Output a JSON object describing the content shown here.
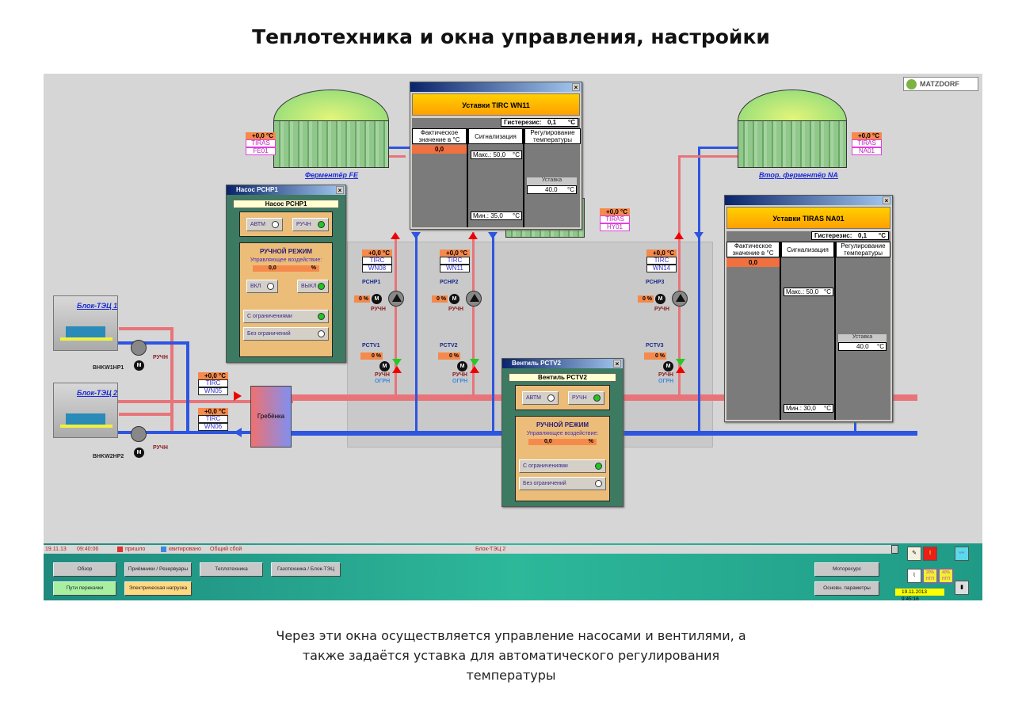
{
  "slide_title": "Теплотехника и окна управления, настройки",
  "caption": [
    "Через эти окна осуществляется управление насосами и вентилями, а",
    "также  задаётся уставка для автоматического регулирования",
    "температуры"
  ],
  "logo": "MATZDORF",
  "fermenters": {
    "fe": "Ферментёр FE",
    "na": "Втор. ферментёр NA"
  },
  "chp": [
    {
      "name": "Блок-ТЭЦ 1",
      "pump": "BHKW1HP1",
      "mode": "РУЧН"
    },
    {
      "name": "Блок-ТЭЦ 2",
      "pump": "BHKW2HP2",
      "mode": "РУЧН"
    }
  ],
  "manifold": "Гребёнка",
  "tags": [
    {
      "value": "+0,0  °C",
      "type": "TIRAS",
      "id": "FE01"
    },
    {
      "value": "+0,0  °C",
      "type": "TIRAS",
      "id": "NA01"
    },
    {
      "value": "+0,0  °C",
      "type": "TIRAS",
      "id": "HY01"
    },
    {
      "value": "+0,0  °C",
      "type": "TIRC",
      "id": "WN08"
    },
    {
      "value": "+0,0  °C",
      "type": "TIRC",
      "id": "WN11"
    },
    {
      "value": "+0,0  °C",
      "type": "TIRC",
      "id": "WN14"
    },
    {
      "value": "+0,0  °C",
      "type": "TIRC",
      "id": "WN05"
    },
    {
      "value": "+0,0  °C",
      "type": "TIRC",
      "id": "WN06"
    }
  ],
  "stations": [
    {
      "pump": "PCHP1",
      "pump_pct": "0   %",
      "pump_mode": "РУЧН",
      "valve": "PCTV1",
      "valve_pct": "0   %",
      "valve_mode": "РУЧН",
      "valve_limit": "ОГРН"
    },
    {
      "pump": "PCHP2",
      "pump_pct": "0   %",
      "pump_mode": "РУЧН",
      "valve": "PCTV2",
      "valve_pct": "0   %",
      "valve_mode": "РУЧН",
      "valve_limit": "ОГРН"
    },
    {
      "pump": "PCHP3",
      "pump_pct": "0   %",
      "pump_mode": "РУЧН",
      "valve": "PCTV3",
      "valve_pct": "0   %",
      "valve_mode": "РУЧН",
      "valve_limit": "ОГРН"
    }
  ],
  "setpoint_windows": [
    {
      "header": "Уставки TIRC WN11",
      "hyst_label": "Гистерезис:",
      "hyst": "0,1",
      "unit": "°C",
      "col_actual": "Фактическое значение в °C",
      "col_alarm": "Сигнализация",
      "col_reg": "Регулирование температуры",
      "actual": "0,0",
      "max_label": "Макс.:",
      "max": "50,0",
      "min_label": "Мин.:",
      "min": "35,0",
      "setpoint_label": "Уставка",
      "setpoint": "40,0"
    },
    {
      "header": "Уставки TIRAS NA01",
      "hyst_label": "Гистерезис:",
      "hyst": "0,1",
      "unit": "°C",
      "col_actual": "Фактическое значение в °C",
      "col_alarm": "Сигнализация",
      "col_reg": "Регулирование температуры",
      "actual": "0,0",
      "max_label": "Макс.:",
      "max": "50,0",
      "min_label": "Мин.:",
      "min": "30,0",
      "setpoint_label": "Уставка",
      "setpoint": "40,0"
    }
  ],
  "control_windows": [
    {
      "title": "Насос PCHP1",
      "header": "Насос PCHP1",
      "auto": "АВТМ",
      "auto_on": false,
      "manual": "РУЧН",
      "manual_on": true,
      "mode_title": "РУЧНОЙ РЕЖИМ",
      "action_label": "Управляющее воздействие:",
      "action_value": "0,0",
      "action_unit": "%",
      "on": "ВКЛ",
      "on_on": false,
      "off": "ВЫКЛ",
      "off_on": true,
      "limited": "С ограничениями",
      "limited_on": true,
      "unlimited": "Без ограничений",
      "unlimited_on": false
    },
    {
      "title": "Вентиль PCTV2",
      "header": "Вентиль PCTV2",
      "auto": "АВТМ",
      "auto_on": false,
      "manual": "РУЧН",
      "manual_on": true,
      "mode_title": "РУЧНОЙ РЕЖИМ",
      "action_label": "Управляющее воздействие:",
      "action_value": "0,0",
      "action_unit": "%",
      "limited": "С ограничениями",
      "limited_on": true,
      "unlimited": "Без ограничений",
      "unlimited_on": false
    }
  ],
  "status": {
    "date": "19.11.13",
    "time": "09:40:06",
    "came": "пришло",
    "ack": "квитировано",
    "message": "Общий сбой",
    "source": "Блок-ТЭЦ 2"
  },
  "nav": {
    "overview": "Обзор",
    "receivers": "Приёмники / Резервуары",
    "heat": "Теплотехника",
    "gas": "Газотехника / Блок-ТЭЦ",
    "paths": "Пути перекачки",
    "electric": "Электрическая нагрузка",
    "motor": "Моторесурс",
    "params": "Основн. параметры"
  },
  "tray": {
    "clock": "19.11.2013 9:45:16",
    "badge1": "20% НГП",
    "badge2": "40% НГП"
  },
  "colors": {
    "hot_pipe": "#e8747a",
    "cold_pipe": "#2d55e0",
    "value_bg": "#f58a4c",
    "panel_teal": "#2db89a"
  }
}
